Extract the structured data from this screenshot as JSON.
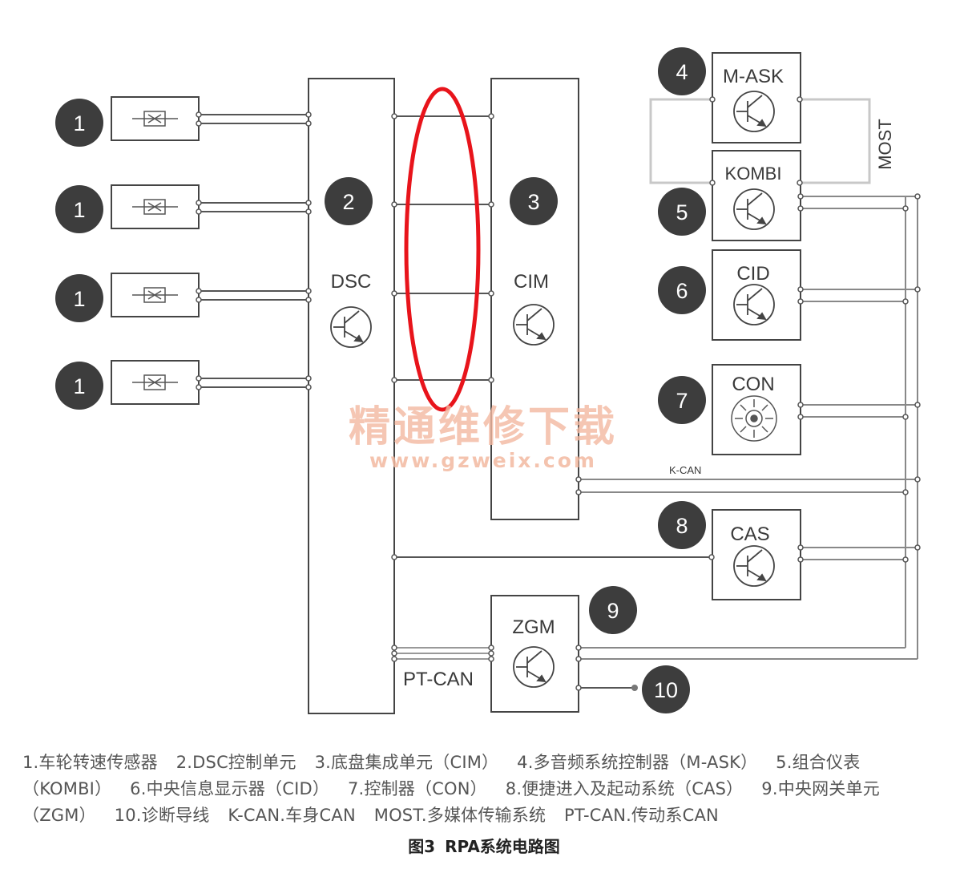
{
  "modules": {
    "dsc": {
      "number": "2",
      "name": "DSC"
    },
    "cim": {
      "number": "3",
      "name": "CIM"
    },
    "mask": {
      "number": "4",
      "name": "M-ASK"
    },
    "kombi": {
      "number": "5",
      "name": "KOMBI"
    },
    "cid": {
      "number": "6",
      "name": "CID"
    },
    "con": {
      "number": "7",
      "name": "CON"
    },
    "cas": {
      "number": "8",
      "name": "CAS"
    },
    "zgm": {
      "number": "9",
      "name": "ZGM"
    },
    "diag": {
      "number": "10"
    },
    "sensors": [
      {
        "number": "1"
      },
      {
        "number": "1"
      },
      {
        "number": "1"
      },
      {
        "number": "1"
      }
    ]
  },
  "bus_labels": {
    "most": "MOST",
    "kcan": "K-CAN",
    "ptcan": "PT-CAN"
  },
  "watermark": {
    "line1": "精通维修下载",
    "line2": "www.gzweix.com"
  },
  "caption": [
    "1.车轮转速传感器",
    "2.DSC控制单元",
    "3.底盘集成单元（CIM）",
    "4.多音频系统控制器（M-ASK）",
    "5.组合仪表",
    "（KOMBI）",
    "6.中央信息显示器（CID）",
    "7.控制器（CON）",
    "8.便捷进入及起动系统（CAS）",
    "9.中央网关单元",
    "（ZGM）",
    "10.诊断导线",
    "K-CAN.车身CAN",
    "MOST.多媒体传输系统",
    "PT-CAN.传动系CAN"
  ],
  "figure_title": {
    "number": "图3",
    "text": "RPA系统电路图"
  },
  "colors": {
    "highlight": "#e8141b",
    "badge": "#3d3d3d",
    "watermark": "#f2b8a0",
    "most_bus": "#c8c8c8"
  }
}
